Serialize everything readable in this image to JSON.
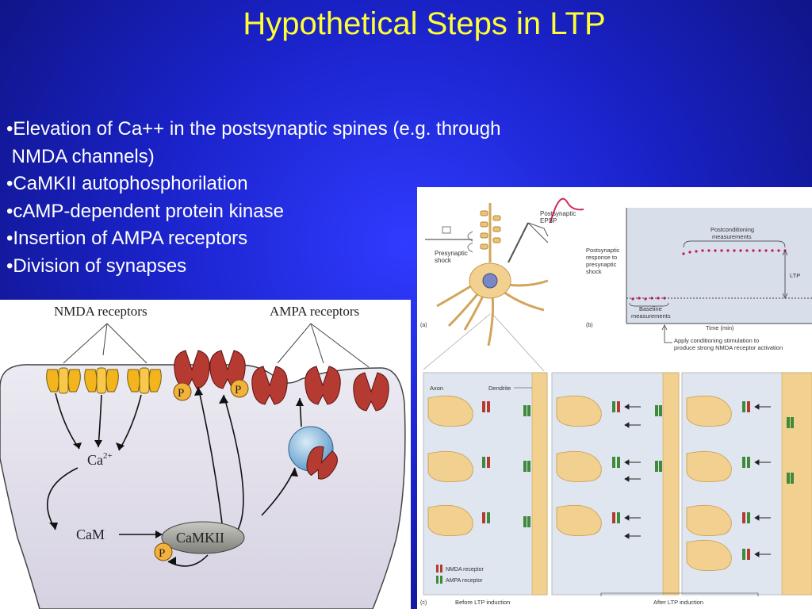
{
  "slide": {
    "title": "Hypothetical Steps in LTP",
    "bullets": [
      "•Elevation of Ca++ in the postsynaptic spines (e.g. through",
      " NMDA channels)",
      "•CaMKII autophosphorilation",
      "•cAMP-dependent protein kinase",
      "•Insertion of AMPA receptors",
      "•Division of synapses"
    ]
  },
  "figure_left": {
    "nmda_label": "NMDA receptors",
    "ampa_label": "AMPA receptors",
    "ca_label": "Ca",
    "ca_superscript": "2+",
    "cam_label": "CaM",
    "camkii_label": "CaMKII",
    "p_label": "P"
  },
  "figure_right": {
    "postsynaptic_epsp": [
      "Postsynaptic",
      "EPSP"
    ],
    "presynaptic_shock": [
      "Presynaptic",
      "shock"
    ],
    "postsynaptic_response": [
      "Postsynaptic",
      "response to",
      "presynaptic",
      "shock"
    ],
    "postconditioning": [
      "Postconditioning",
      "measurements"
    ],
    "baseline": [
      "Baseline",
      "measurements"
    ],
    "ltp": "LTP",
    "time": "Time (min)",
    "apply": [
      "Apply conditioning stimulation to",
      "produce strong NMDA receptor activation"
    ],
    "panel_a": "(a)",
    "panel_b": "(b)",
    "panel_c": "(c)",
    "axon": "Axon",
    "dendrite": "Dendrite",
    "nmda_legend": "NMDA receptor",
    "ampa_legend": "AMPA receptor",
    "before": "Before LTP induction",
    "after": "After LTP induction"
  },
  "colors": {
    "title": "#ffff33",
    "bullet_text": "#ffffff",
    "nmda_yellow": "#f2b51e",
    "ampa_red": "#b53a32",
    "cell_body": "#ddd8e6",
    "pink_dots": "#c4125a",
    "spine_fill": "#f2d08f"
  }
}
